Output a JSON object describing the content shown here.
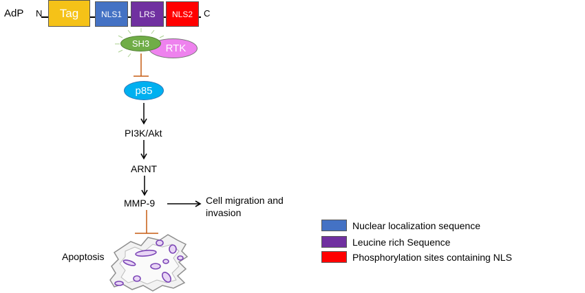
{
  "protein": {
    "name": "AdP",
    "n_term": "N",
    "c_term": "C",
    "domains": [
      {
        "label": "Tag",
        "color": "#F5C218",
        "text_color": "#ffffff"
      },
      {
        "label": "NLS1",
        "color": "#4472C4",
        "text_color": "#ffffff"
      },
      {
        "label": "LRS",
        "color": "#7030A0",
        "text_color": "#ffffff"
      },
      {
        "label": "NLS2",
        "color": "#FF0000",
        "text_color": "#ffffff"
      }
    ]
  },
  "nodes": {
    "sh3": {
      "label": "SH3",
      "color": "#70AD47"
    },
    "rtk": {
      "label": "RTK",
      "color": "#EE82EE"
    },
    "p85": {
      "label": "p85",
      "color": "#00B0F0"
    },
    "pi3k": {
      "label": "PI3K/Akt"
    },
    "arnt": {
      "label": "ARNT"
    },
    "mmp9": {
      "label": "MMP-9"
    },
    "migration": {
      "line1": "Cell migration and",
      "line2": "invasion"
    },
    "apoptosis": {
      "label": "Apoptosis"
    }
  },
  "colors": {
    "inhibition": "#C55A11",
    "arrow": "#000000"
  },
  "legend": [
    {
      "label": "Nuclear localization sequence",
      "color": "#4472C4"
    },
    {
      "label": "Leucine rich Sequence",
      "color": "#7030A0"
    },
    {
      "label": "Phosphorylation sites containing NLS",
      "color": "#FF0000"
    }
  ]
}
